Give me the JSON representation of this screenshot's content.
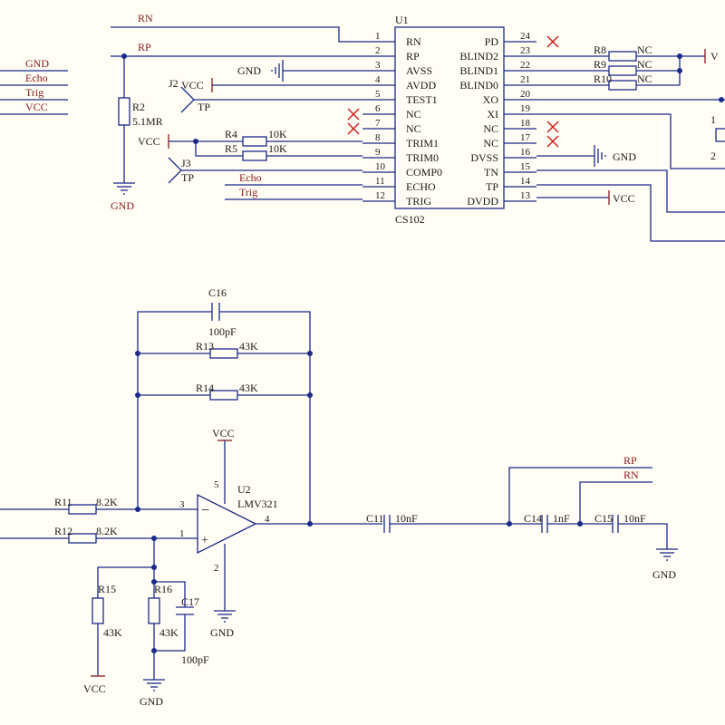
{
  "colors": {
    "wire": "#1a2a8a",
    "noconnect": "#d01818",
    "netlabel": "#8a1a1a",
    "background": "#fffdf4"
  },
  "u1": {
    "ref": "U1",
    "part": "CS102",
    "left_pins": [
      {
        "num": "1",
        "name": "RN"
      },
      {
        "num": "2",
        "name": "RP"
      },
      {
        "num": "3",
        "name": "AVSS"
      },
      {
        "num": "4",
        "name": "AVDD"
      },
      {
        "num": "5",
        "name": "TEST1"
      },
      {
        "num": "6",
        "name": "NC"
      },
      {
        "num": "7",
        "name": "NC"
      },
      {
        "num": "8",
        "name": "TRIM1"
      },
      {
        "num": "9",
        "name": "TRIM0"
      },
      {
        "num": "10",
        "name": "COMP0"
      },
      {
        "num": "11",
        "name": "ECHO"
      },
      {
        "num": "12",
        "name": "TRIG"
      }
    ],
    "right_pins": [
      {
        "num": "24",
        "name": "PD"
      },
      {
        "num": "23",
        "name": "BLIND2"
      },
      {
        "num": "22",
        "name": "BLIND1"
      },
      {
        "num": "21",
        "name": "BLIND0"
      },
      {
        "num": "20",
        "name": "XO"
      },
      {
        "num": "19",
        "name": "XI"
      },
      {
        "num": "18",
        "name": "NC"
      },
      {
        "num": "17",
        "name": "NC"
      },
      {
        "num": "16",
        "name": "DVSS"
      },
      {
        "num": "15",
        "name": "TN"
      },
      {
        "num": "14",
        "name": "TP"
      },
      {
        "num": "13",
        "name": "DVDD"
      }
    ]
  },
  "nets": {
    "rn": "RN",
    "rp": "RP",
    "gnd": "GND",
    "vcc": "VCC",
    "echo": "Echo",
    "trig": "Trig",
    "tp": "TP",
    "nc": "NC",
    "v_partial": "V"
  },
  "connector": {
    "gnd": "GND",
    "echo": "Echo",
    "trig": "Trig",
    "vcc": "VCC"
  },
  "top_parts": {
    "r2_ref": "R2",
    "r2_val": "5.1MR",
    "j2_ref": "J2",
    "j3_ref": "J3",
    "r4_ref": "R4",
    "r4_val": "10K",
    "r5_ref": "R5",
    "r5_val": "10K",
    "r8_ref": "R8",
    "r9_ref": "R9",
    "r10_ref": "R10",
    "crystal_pin1": "1",
    "crystal_pin2": "2"
  },
  "amp": {
    "c16_ref": "C16",
    "c16_val": "100pF",
    "r13_ref": "R13",
    "r13_val": "43K",
    "r14_ref": "R14",
    "r14_val": "43K",
    "u2_ref": "U2",
    "u2_part": "LMV321",
    "pin3": "3",
    "pin1": "1",
    "pin4": "4",
    "pin5": "5",
    "pin2": "2",
    "minus": "−",
    "plus": "+",
    "r11_ref": "R11",
    "r11_val": "8.2K",
    "r12_ref": "R12",
    "r12_val": "8.2K",
    "r15_ref": "R15",
    "r15_val": "43K",
    "r16_ref": "R16",
    "r16_val": "43K",
    "c17_ref": "C17",
    "c17_val": "100pF"
  },
  "filter": {
    "c11_ref": "C11",
    "c11_val": "10nF",
    "c14_ref": "C14",
    "c14_val": "1nF",
    "c15_ref": "C15",
    "c15_val": "10nF"
  }
}
